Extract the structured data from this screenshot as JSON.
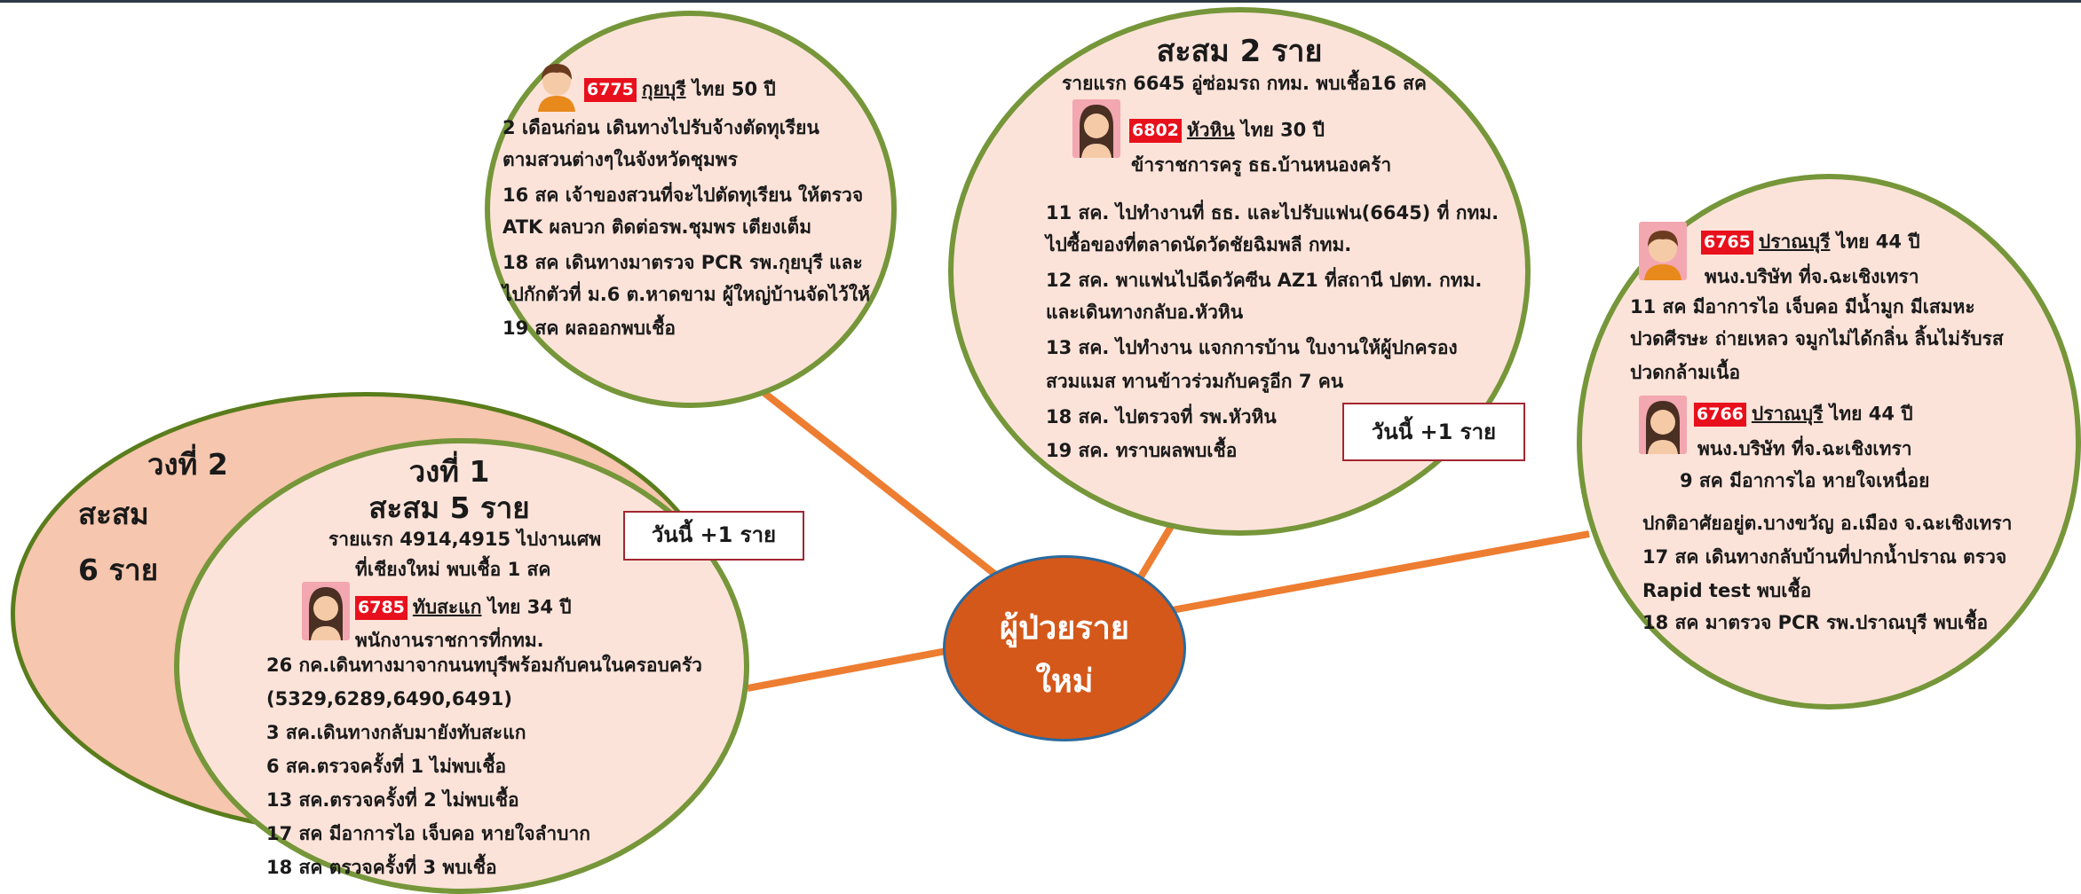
{
  "center": {
    "line1": "ผู้ป่วยราย",
    "line2": "ใหม่"
  },
  "ring2": {
    "title": "วงที่ 2",
    "acc_label": "สะสม",
    "acc_count": "6 ราย"
  },
  "ring1": {
    "title": "วงที่ 1",
    "subtitle": "สะสม 5 ราย",
    "first_line1": "รายแรก 4914,4915 ไปงานเศพ",
    "first_line2": "ที่เชียงใหม่ พบเชื้อ 1 สค",
    "case_id": "6785",
    "case_name": "ทับสะแก",
    "case_info": "ไทย 34 ปี",
    "case_job": "พนักงานราชการที่กทม.",
    "timeline": [
      "26 กค.เดินทางมาจากนนทบุรีพร้อมกับคนในครอบครัว",
      "(5329,6289,6490,6491)",
      "3 สค.เดินทางกลับมายังทับสะแก",
      "6 สค.ตรวจครั้งที่ 1 ไม่พบเชื้อ",
      "13 สค.ตรวจครั้งที่ 2 ไม่พบเชื้อ",
      "17 สค มีอาการไอ เจ็บคอ หายใจลำบาก",
      "18 สค ตรวจครั้งที่ 3 พบเชื้อ"
    ],
    "callout": "วันนี้ +1 ราย"
  },
  "kuiburi": {
    "case_id": "6775",
    "case_name": "กุยบุรี",
    "case_info": "ไทย 50  ปี",
    "lines": [
      "2 เดือนก่อน เดินทางไปรับจ้างตัดทุเรียน",
      "ตามสวนต่างๆในจังหวัดชุมพร",
      "16 สค เจ้าของสวนที่จะไปตัดทุเรียน ให้ตรวจ",
      "ATK ผลบวก ติดต่อรพ.ชุมพร เตียงเต็ม",
      "18 สค เดินทางมาตรวจ PCR รพ.กุยบุรี และ",
      "ไปกักตัวที่ ม.6 ต.หาดขาม ผู้ใหญ่บ้านจัดไว้ให้",
      "19 สค ผลออกพบเชื้อ"
    ]
  },
  "huahin": {
    "title": "สะสม 2 ราย",
    "first_line": "รายแรก 6645 อู่ซ่อมรถ กทม. พบเชื้อ16 สค",
    "case_id": "6802",
    "case_name": "หัวหิน",
    "case_info": "ไทย 30 ปี",
    "case_job": "ข้าราชการครู ธธ.บ้านหนองคร้า",
    "lines": [
      "11 สค. ไปทำงานที่ ธธ. และไปรับแฟน(6645) ที่ กทม.",
      "ไปซื้อของที่ตลาดนัดวัดชัยฉิมพลี กทม.",
      "12 สค. พาแฟนไปฉีดวัคซีน AZ1 ที่สถานี ปตท. กทม.",
      "และเดินทางกลับอ.หัวหิน",
      "13 สค. ไปทำงาน แจกการบ้าน ใบงานให้ผู้ปกครอง",
      "สวมแมส ทานข้าวร่วมกับครูอีก 7 คน",
      "18 สค. ไปตรวจที่ รพ.หัวหิน",
      "19 สค. ทราบผลพบเชื้อ"
    ],
    "callout": "วันนี้ +1 ราย"
  },
  "pranburi": {
    "case1_id": "6765",
    "case1_name": "ปราณบุรี",
    "case1_info": "ไทย 44 ปี",
    "case1_job": "พนง.บริษัท ที่จ.ฉะเชิงเทรา",
    "case1_lines": [
      "11 สค มีอาการไอ เจ็บคอ มีน้ำมูก มีเสมหะ",
      "ปวดศีรษะ ถ่ายเหลว จมูกไม่ได้กลิ่น ลิ้นไม่รับรส",
      "ปวดกล้ามเนื้อ"
    ],
    "case2_id": "6766",
    "case2_name": "ปราณบุรี",
    "case2_info": "ไทย 44 ปี",
    "case2_job": "พนง.บริษัท ที่จ.ฉะเชิงเทรา",
    "case2_lines": [
      "9 สค มีอาการไอ หายใจเหนื่อย",
      "ปกติอาศัยอยู่ต.บางขวัญ อ.เมือง จ.ฉะเชิงเทรา",
      "17 สค เดินทางกลับบ้านที่ปากน้ำปราณ ตรวจ",
      "Rapid test พบเชื้อ",
      "18 สค มาตรวจ PCR รพ.ปราณบุรี พบเชื้อ"
    ]
  },
  "colors": {
    "bubble_fill": "#fce3d9",
    "bubble_border": "#76963a",
    "ring2_fill": "#f6c6ae",
    "ring2_border": "#5a7d1c",
    "connector": "#ed7d31",
    "center_fill": "#d4581a",
    "center_border": "#2b6a9e",
    "case_id_bg": "#e8101c",
    "callout_border": "#a32631"
  }
}
